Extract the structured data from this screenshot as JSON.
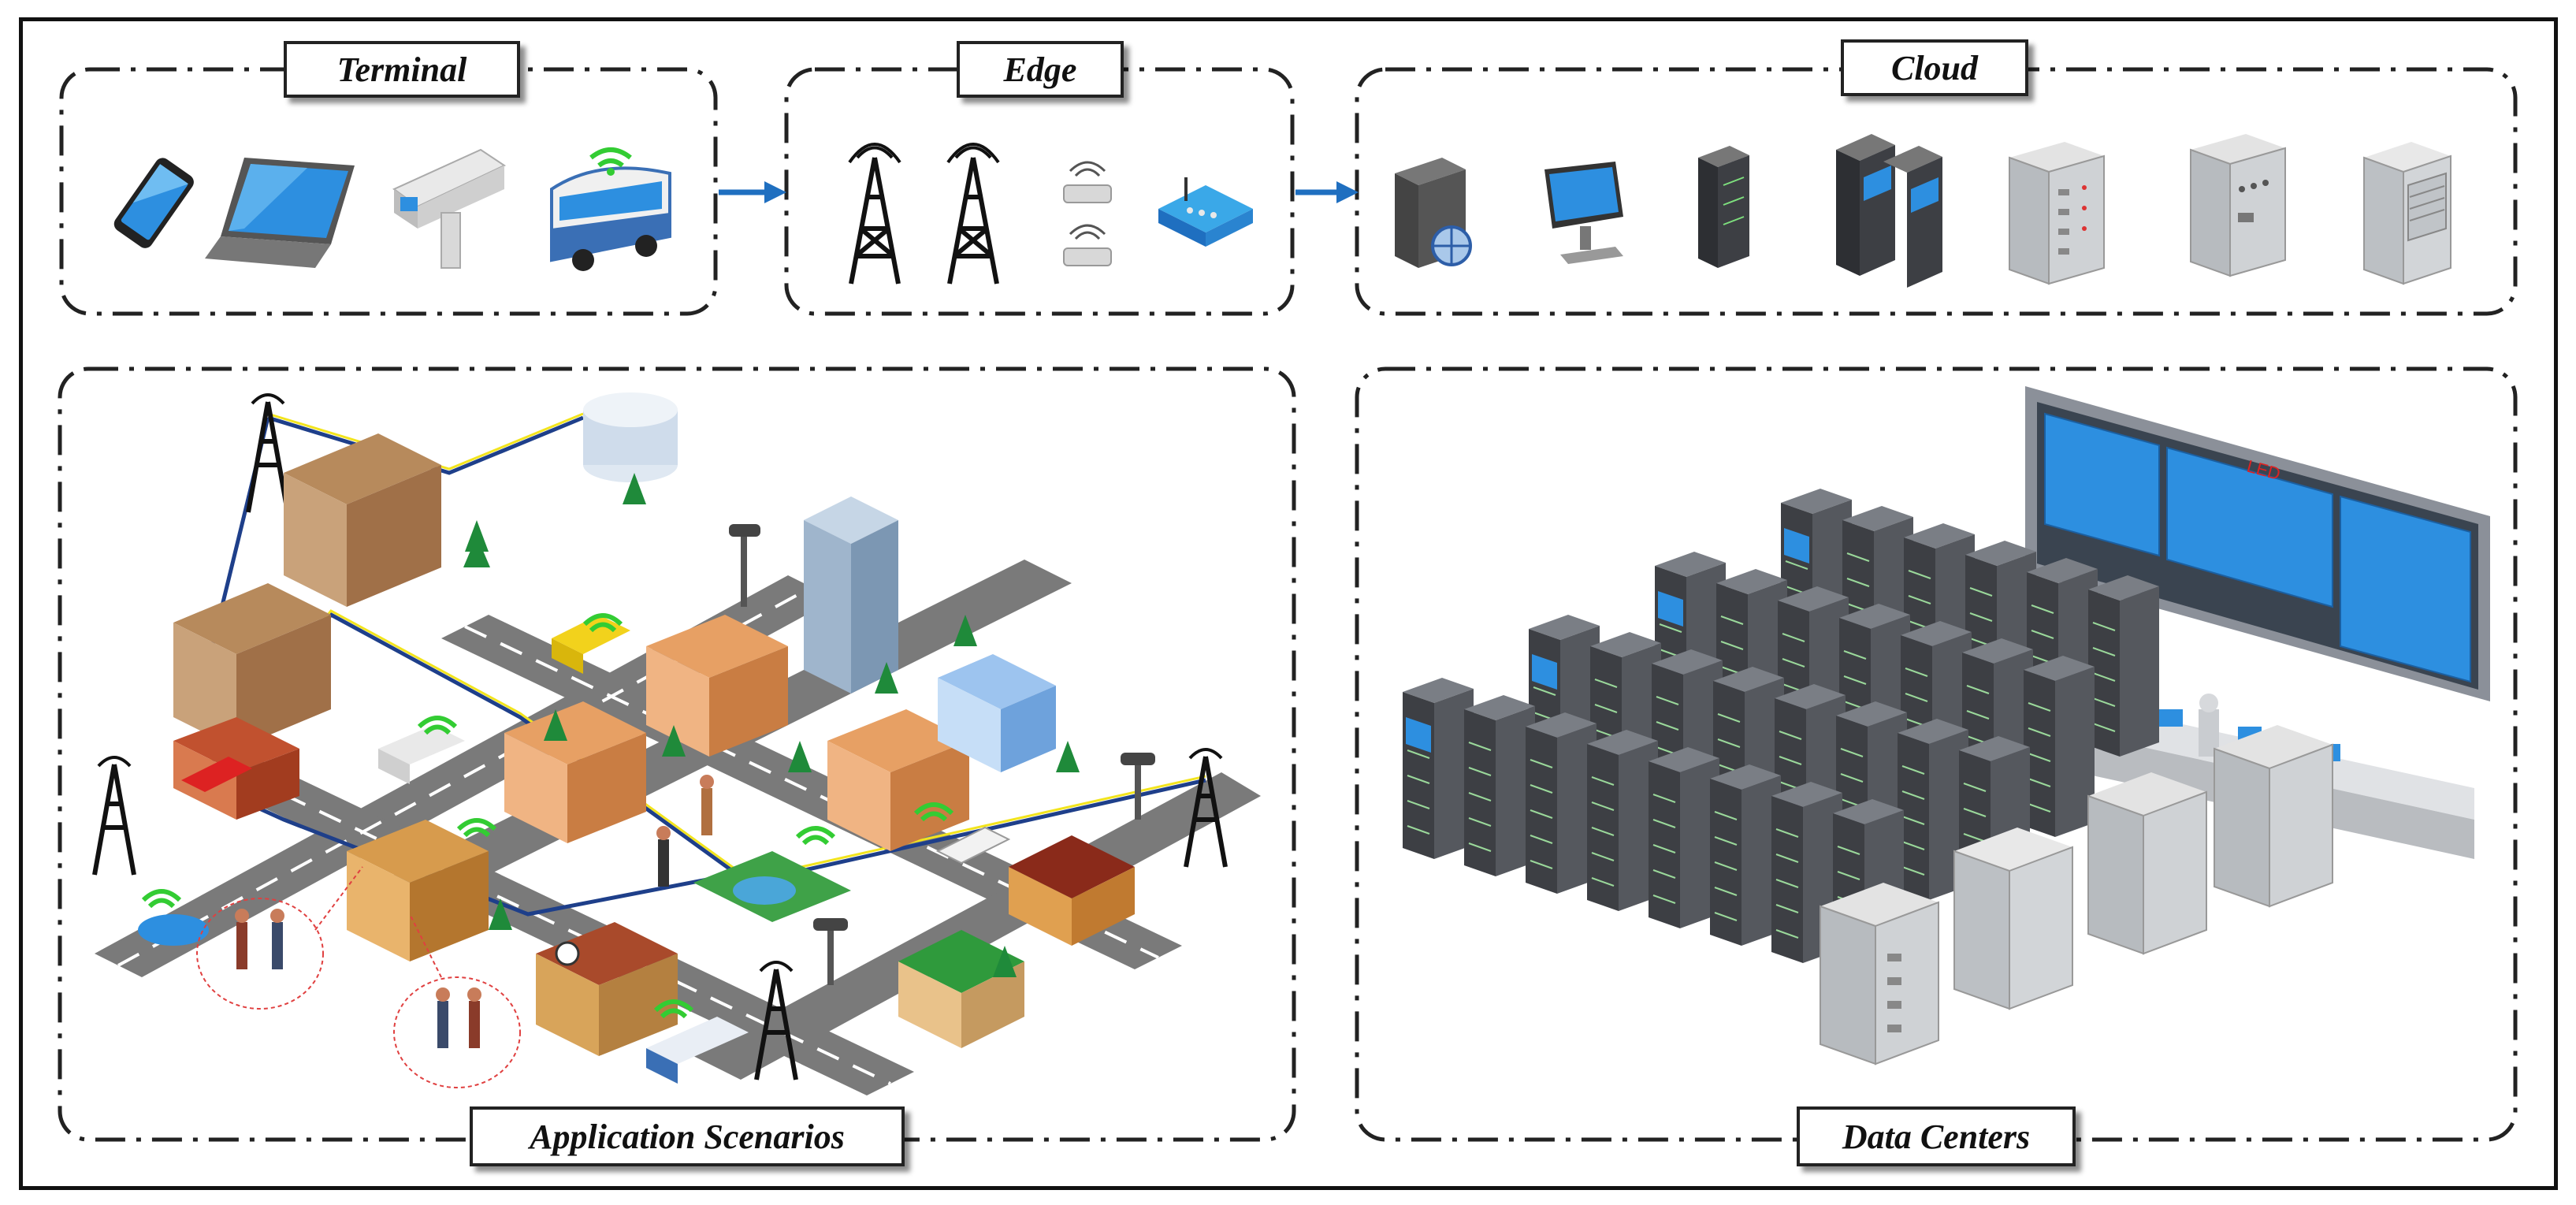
{
  "sections": {
    "terminal": "Terminal",
    "edge": "Edge",
    "cloud": "Cloud",
    "application": "Application Scenarios",
    "datacenters": "Data Centers"
  },
  "colors": {
    "border": "#222222",
    "arrow": "#1f6fc0",
    "screen": "#2d8fe0",
    "rack": "#4a4d52",
    "wifi": "#33cc33",
    "road": "#6e6e6e",
    "tree": "#1f8a3a"
  },
  "icons": {
    "terminal": [
      "smartphone-icon",
      "laptop-icon",
      "camera-icon",
      "bus-icon"
    ],
    "edge": [
      "cell-tower-icon",
      "cell-tower-icon",
      "access-point-icon",
      "router-icon"
    ],
    "cloud": [
      "server-globe-icon",
      "monitor-icon",
      "rack-server-icon",
      "rack-console-icon",
      "power-cabinet-icon",
      "control-cabinet-icon",
      "air-conditioner-icon"
    ]
  }
}
